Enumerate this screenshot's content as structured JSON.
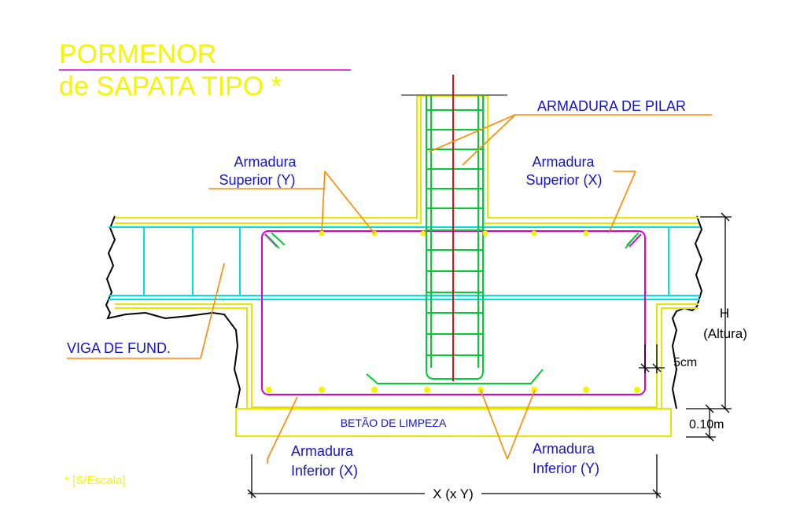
{
  "title": {
    "line1": "PORMENOR",
    "line2": "de SAPATA TIPO *"
  },
  "labels": {
    "armadura_pilar": "ARMADURA DE PILAR",
    "sup_y_1": "Armadura",
    "sup_y_2": "Superior (Y)",
    "sup_x_1": "Armadura",
    "sup_x_2": "Superior (X)",
    "viga": "VIGA DE FUND.",
    "inf_x_1": "Armadura",
    "inf_x_2": "Inferior (X)",
    "inf_y_1": "Armadura",
    "inf_y_2": "Inferior (Y)",
    "betao": "BETÃO DE LIMPEZA",
    "escala": "* [S/Escala]"
  },
  "dimensions": {
    "h_1": "H",
    "h_2": "(Altura)",
    "recobrimento": "5cm",
    "limpeza": "0.10m",
    "largura": "X (x Y)"
  },
  "colors": {
    "title": "#f5f500",
    "concrete": "#e6e600",
    "stirrup": "#d400d4",
    "column_rebar": "#00cc33",
    "beam_rebar": "#00e0e0",
    "axis": "#e01010",
    "label": "#1414c8",
    "leader": "#ff8800",
    "ground": "#000000",
    "dimension": "#000000"
  }
}
